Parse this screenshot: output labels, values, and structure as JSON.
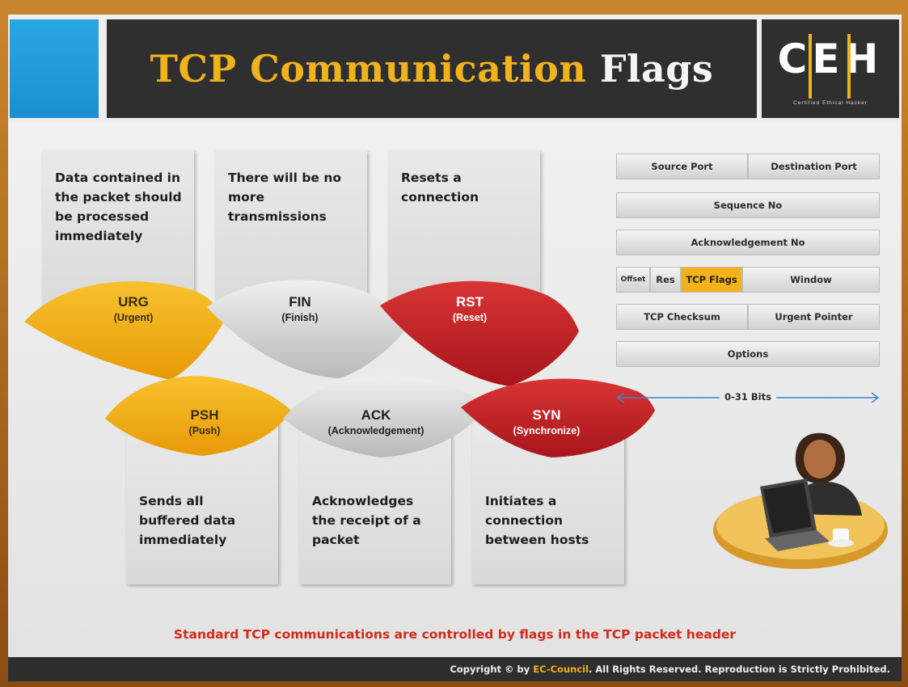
{
  "title": {
    "main": "TCP Communication",
    "accent": "Flags"
  },
  "logo": {
    "letters": "CEH",
    "subtitle": "Certified Ethical Hacker",
    "icon": "ceh-logo"
  },
  "flags": [
    {
      "name": "URG",
      "full": "(Urgent)",
      "description": "Data contained in\nthe packet should\nbe processed\nimmediately",
      "color": "#f2ad12"
    },
    {
      "name": "FIN",
      "full": "(Finish)",
      "description": "There will be no\nmore\ntransmissions",
      "color": "#c9c9c9"
    },
    {
      "name": "RST",
      "full": "(Reset)",
      "description": "Resets a\nconnection",
      "color": "#c9242a"
    },
    {
      "name": "PSH",
      "full": "(Push)",
      "description": "Sends all\nbuffered data\nimmediately",
      "color": "#f2ad12"
    },
    {
      "name": "ACK",
      "full": "(Acknowledgement)",
      "description": "Acknowledges\nthe receipt of a\npacket",
      "color": "#c9c9c9"
    },
    {
      "name": "SYN",
      "full": "(Synchronize)",
      "description": "Initiates a\nconnection\nbetween hosts",
      "color": "#c9242a"
    }
  ],
  "tcp_header": {
    "rows": [
      [
        "Source Port",
        "Destination Port"
      ],
      [
        "Sequence No"
      ],
      [
        "Acknowledgement No"
      ],
      [
        "Offset",
        "Res",
        "TCP Flags",
        "Window"
      ],
      [
        "TCP Checksum",
        "Urgent Pointer"
      ],
      [
        "Options"
      ]
    ],
    "highlight": "TCP Flags",
    "bits_label": "0-31 Bits"
  },
  "illustration": "person-at-laptop-icon",
  "caption": "Standard TCP communications are controlled by flags in the TCP packet header",
  "footer": {
    "pre": "Copyright © by ",
    "brand": "EC-Council",
    "post": ". All Rights Reserved. Reproduction is Strictly Prohibited."
  }
}
